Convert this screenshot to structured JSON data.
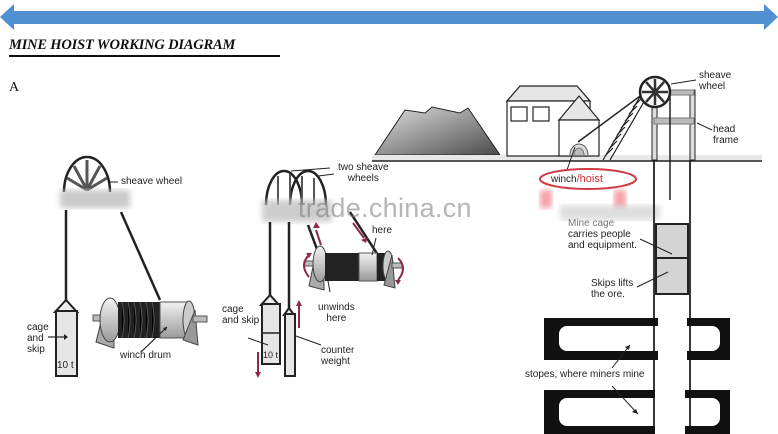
{
  "header": {
    "arrow_color": "#4f8fd2",
    "title": "MINE HOIST WORKING DIAGRAM",
    "section_label": "A"
  },
  "watermark": "trade.china.cn",
  "panel_single": {
    "labels": {
      "sheave_wheel": "sheave wheel",
      "cage_and_skip": [
        "cage",
        "and",
        "skip"
      ],
      "load": "10 t",
      "winch_drum": "winch drum"
    }
  },
  "panel_double": {
    "labels": {
      "two_sheave_wheels": [
        "two sheave",
        "wheels"
      ],
      "here": "here",
      "cage_and_skip": [
        "cage",
        "and skip"
      ],
      "load": "10 t",
      "unwinds_here": [
        "unwinds",
        "here"
      ],
      "counter_weight": [
        "counter",
        "weight"
      ]
    },
    "arrow_color": "#8a2a4a"
  },
  "panel_mine": {
    "labels": {
      "sheave_wheel": [
        "sheave",
        "wheel"
      ],
      "head_frame": [
        "head",
        "frame"
      ],
      "winch": "winch",
      "hoist": "/hoist",
      "mine_cage": [
        "Mine cage",
        "carries people",
        "and equipment."
      ],
      "skips": [
        "Skips lifts",
        "the ore."
      ],
      "stopes": "stopes, where miners mine"
    },
    "highlight_color": "#d03a44"
  }
}
